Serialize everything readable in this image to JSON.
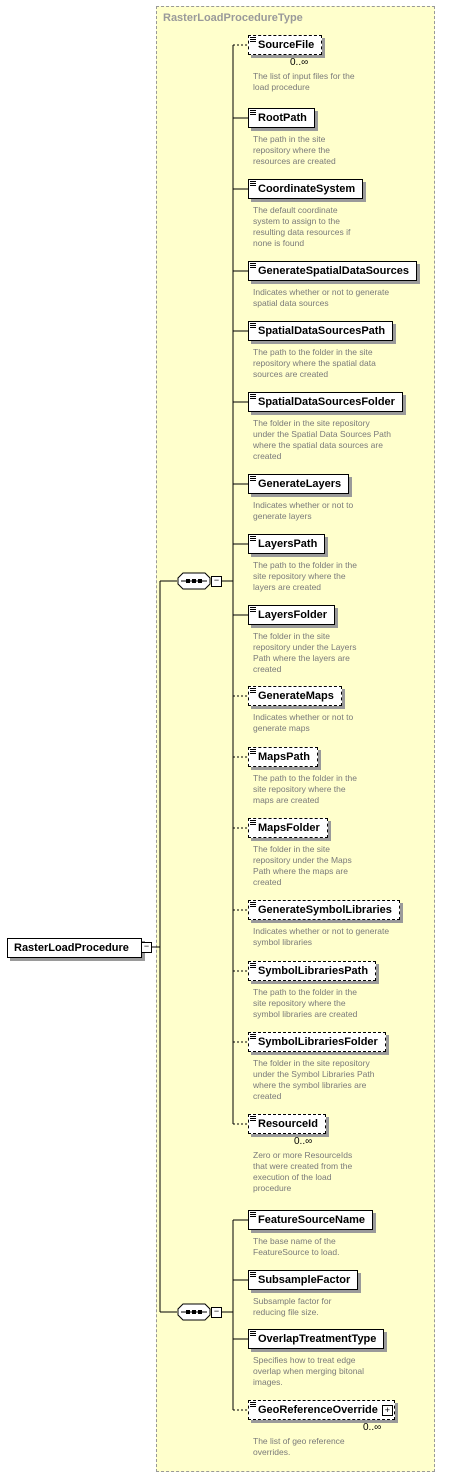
{
  "complex_type_title": "RasterLoadProcedureType",
  "root_element": "RasterLoadProcedure",
  "icon_names": [
    "sequence-compositor-icon",
    "collapse-minus-icon",
    "expand-plus-icon",
    "element-lines-icon"
  ],
  "colors": {
    "panel_fill": "#ffffcc",
    "panel_border": "#999999",
    "description_text": "#7a7a7a"
  },
  "sequence1": {
    "elements": [
      {
        "name": "SourceFile",
        "optional": true,
        "cardinality": "0..∞",
        "description": "The list of input files for the\nload procedure"
      },
      {
        "name": "RootPath",
        "optional": false,
        "cardinality": "",
        "description": "The path in the site\nrepository where the\nresources are created"
      },
      {
        "name": "CoordinateSystem",
        "optional": false,
        "cardinality": "",
        "description": "The default coordinate\nsystem to assign to the\nresulting data resources if\nnone is found"
      },
      {
        "name": "GenerateSpatialDataSources",
        "optional": false,
        "cardinality": "",
        "description": "Indicates whether or not to generate\nspatial data sources"
      },
      {
        "name": "SpatialDataSourcesPath",
        "optional": false,
        "cardinality": "",
        "description": "The path to the folder in the site\nrepository where the spatial data\nsources are created"
      },
      {
        "name": "SpatialDataSourcesFolder",
        "optional": false,
        "cardinality": "",
        "description": "The folder in the site repository\nunder the Spatial Data Sources Path\nwhere the spatial data sources are\ncreated"
      },
      {
        "name": "GenerateLayers",
        "optional": false,
        "cardinality": "",
        "description": "Indicates whether or not to\ngenerate layers"
      },
      {
        "name": "LayersPath",
        "optional": false,
        "cardinality": "",
        "description": "The path to the folder in the\nsite repository where the\nlayers are created"
      },
      {
        "name": "LayersFolder",
        "optional": false,
        "cardinality": "",
        "description": "The folder in the site\nrepository under the Layers\nPath where the layers are\ncreated"
      },
      {
        "name": "GenerateMaps",
        "optional": true,
        "cardinality": "",
        "description": "Indicates whether or not to\ngenerate maps"
      },
      {
        "name": "MapsPath",
        "optional": true,
        "cardinality": "",
        "description": "The path to the folder in the\nsite repository where the\nmaps are created"
      },
      {
        "name": "MapsFolder",
        "optional": true,
        "cardinality": "",
        "description": "The folder in the site\nrepository under the Maps\nPath where the maps are\ncreated"
      },
      {
        "name": "GenerateSymbolLibraries",
        "optional": true,
        "cardinality": "",
        "description": "Indicates whether or not to generate\nsymbol libraries"
      },
      {
        "name": "SymbolLibrariesPath",
        "optional": true,
        "cardinality": "",
        "description": "The path to the folder in the\nsite repository where the\nsymbol libraries are created"
      },
      {
        "name": "SymbolLibrariesFolder",
        "optional": true,
        "cardinality": "",
        "description": "The folder in the site repository\nunder the Symbol Libraries Path\nwhere the symbol libraries are\ncreated"
      },
      {
        "name": "ResourceId",
        "optional": true,
        "cardinality": "0..∞",
        "description": "Zero or more ResourceIds\nthat were created from the\nexecution of the load\nprocedure"
      }
    ]
  },
  "sequence2": {
    "elements": [
      {
        "name": "FeatureSourceName",
        "optional": false,
        "cardinality": "",
        "description": "The base name of the\nFeatureSource to load."
      },
      {
        "name": "SubsampleFactor",
        "optional": false,
        "cardinality": "",
        "description": "Subsample factor for\nreducing file size."
      },
      {
        "name": "OverlapTreatmentType",
        "optional": false,
        "cardinality": "",
        "description": "Specifies how to treat edge\noverlap when merging bitonal\nimages."
      },
      {
        "name": "GeoReferenceOverride",
        "optional": true,
        "expandable": true,
        "cardinality": "0..∞",
        "description": "The list of geo reference\noverrides."
      }
    ]
  }
}
